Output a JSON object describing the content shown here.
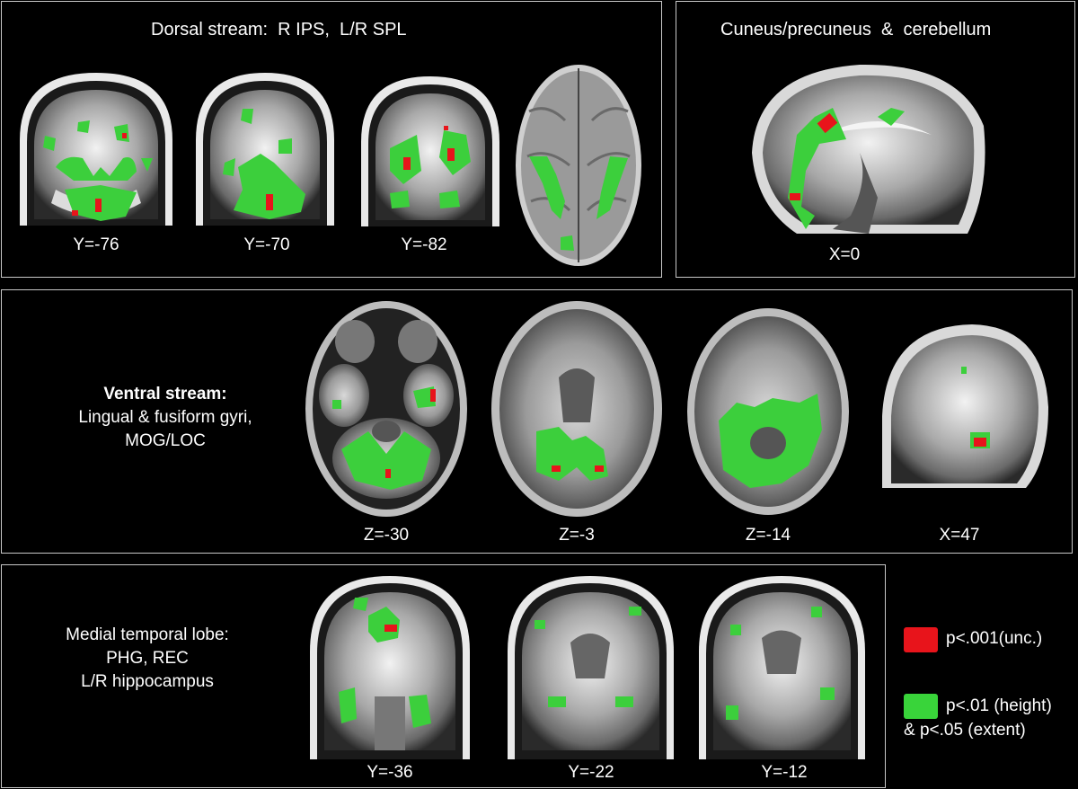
{
  "panels": {
    "dorsal": {
      "title": "Dorsal stream:  R IPS,  L/R SPL",
      "labels": [
        "Y=-76",
        "Y=-70",
        "Y=-82"
      ]
    },
    "cuneus": {
      "title": "Cuneus/precuneus  &  cerebellum",
      "labels": [
        "X=0"
      ]
    },
    "ventral": {
      "title_bold": "Ventral stream:",
      "line2": "Lingual & fusiform gyri,",
      "line3": "MOG/LOC",
      "labels": [
        "Z=-30",
        "Z=-3",
        "Z=-14",
        "X=47"
      ]
    },
    "mtl": {
      "line1": "Medial temporal lobe:",
      "line2": "PHG, REC",
      "line3": "L/R hippocampus",
      "labels": [
        "Y=-36",
        "Y=-22",
        "Y=-12"
      ]
    }
  },
  "legend": {
    "red_label": "p<.001(unc.)",
    "green_label_1": "p<.01 (height)",
    "green_label_2": "& p<.05 (extent)",
    "red_color": "#e8141b",
    "green_color": "#39d43a"
  }
}
